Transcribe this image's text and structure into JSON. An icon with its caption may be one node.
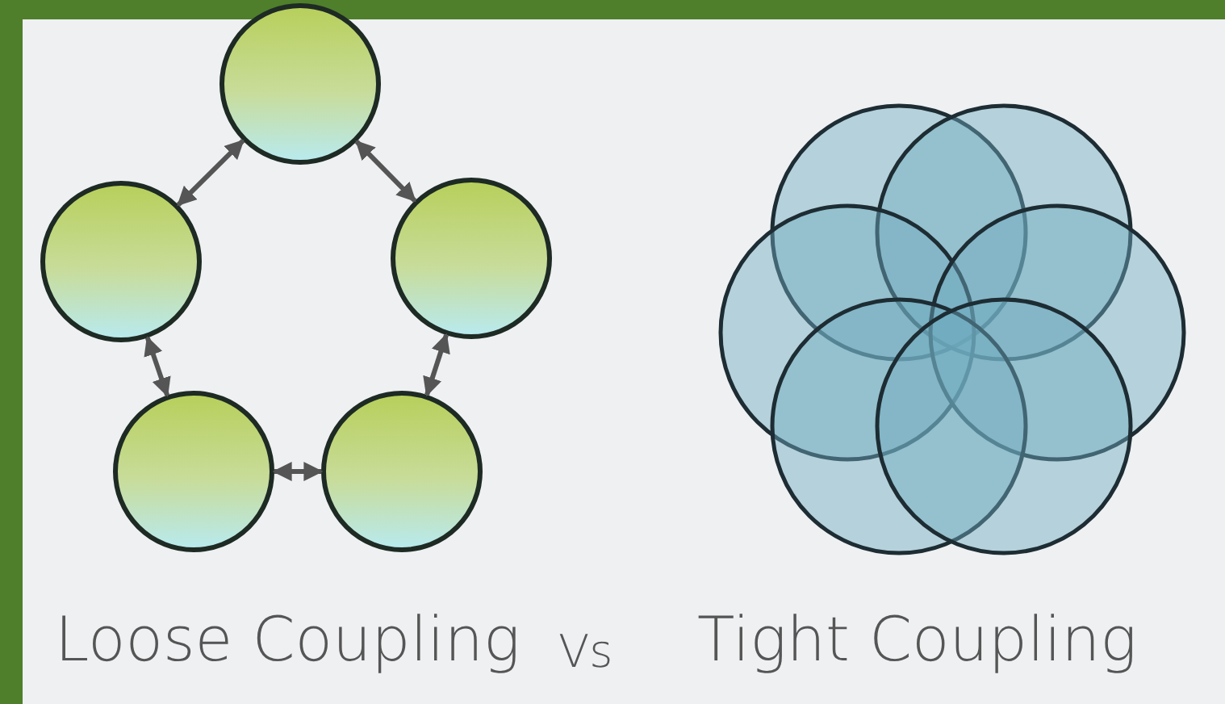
{
  "diagram": {
    "nodes": [
      {
        "text": [],
        "shape": "circle"
      },
      {
        "text": [],
        "shape": "circle"
      },
      {
        "text": [],
        "shape": "circle"
      },
      {
        "text": [],
        "shape": "circle"
      },
      {
        "text": [],
        "shape": "circle"
      },
      {
        "text": [],
        "shape": "circle"
      },
      {
        "text": [],
        "shape": "circle"
      },
      {
        "text": [],
        "shape": "circle"
      },
      {
        "text": [],
        "shape": "circle"
      },
      {
        "text": [],
        "shape": "circle"
      },
      {
        "text": [],
        "shape": "circle"
      }
    ],
    "edges": [
      {
        "from": 0,
        "to": 1,
        "arrow": "both"
      },
      {
        "from": 0,
        "to": 2,
        "arrow": "both"
      },
      {
        "from": 1,
        "to": 3,
        "arrow": "both"
      },
      {
        "from": 2,
        "to": 4,
        "arrow": "both"
      },
      {
        "from": 3,
        "to": 4,
        "arrow": "both"
      }
    ],
    "labels": [
      "Loose Coupling",
      "Vs",
      "Tight Coupling"
    ]
  }
}
